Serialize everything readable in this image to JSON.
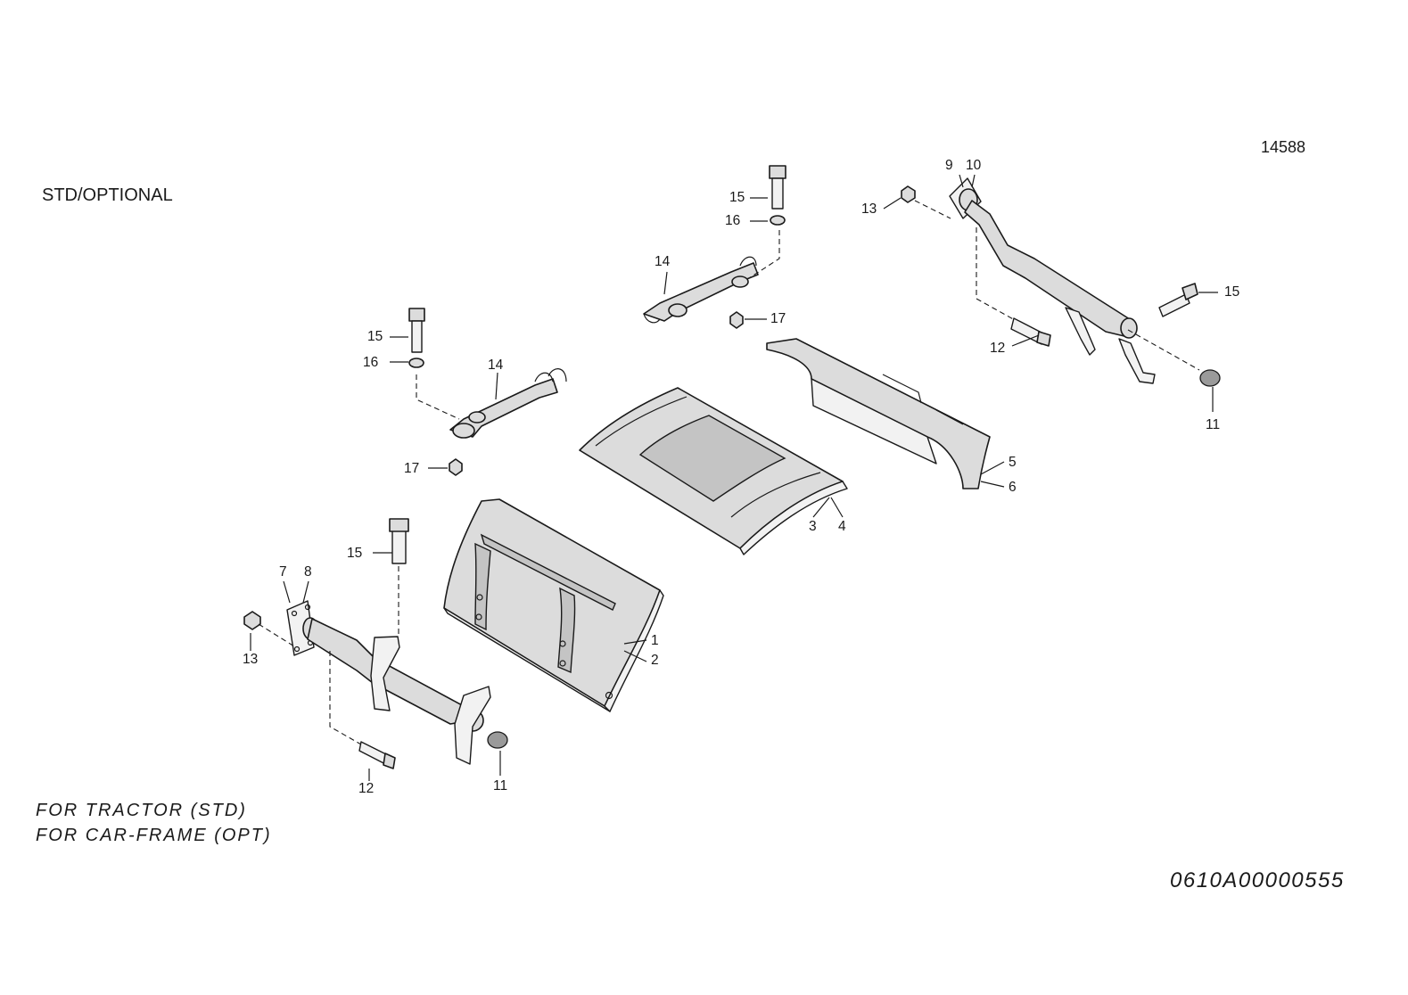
{
  "header": {
    "drawing_number": "14588",
    "variant_label": "STD/OPTIONAL"
  },
  "footer": {
    "note_line_1": "FOR TRACTOR (STD)",
    "note_line_2": "FOR CAR-FRAME (OPT)",
    "document_code": "0610A00000555"
  },
  "callouts": {
    "c1": "1",
    "c2": "2",
    "c3": "3",
    "c4": "4",
    "c5": "5",
    "c6": "6",
    "c7": "7",
    "c8": "8",
    "c9": "9",
    "c10": "10",
    "c11a": "11",
    "c11b": "11",
    "c12a": "12",
    "c12b": "12",
    "c13a": "13",
    "c13b": "13",
    "c14a": "14",
    "c14b": "14",
    "c15a": "15",
    "c15b": "15",
    "c15c": "15",
    "c15d": "15",
    "c16a": "16",
    "c16b": "16",
    "c17a": "17",
    "c17b": "17"
  }
}
